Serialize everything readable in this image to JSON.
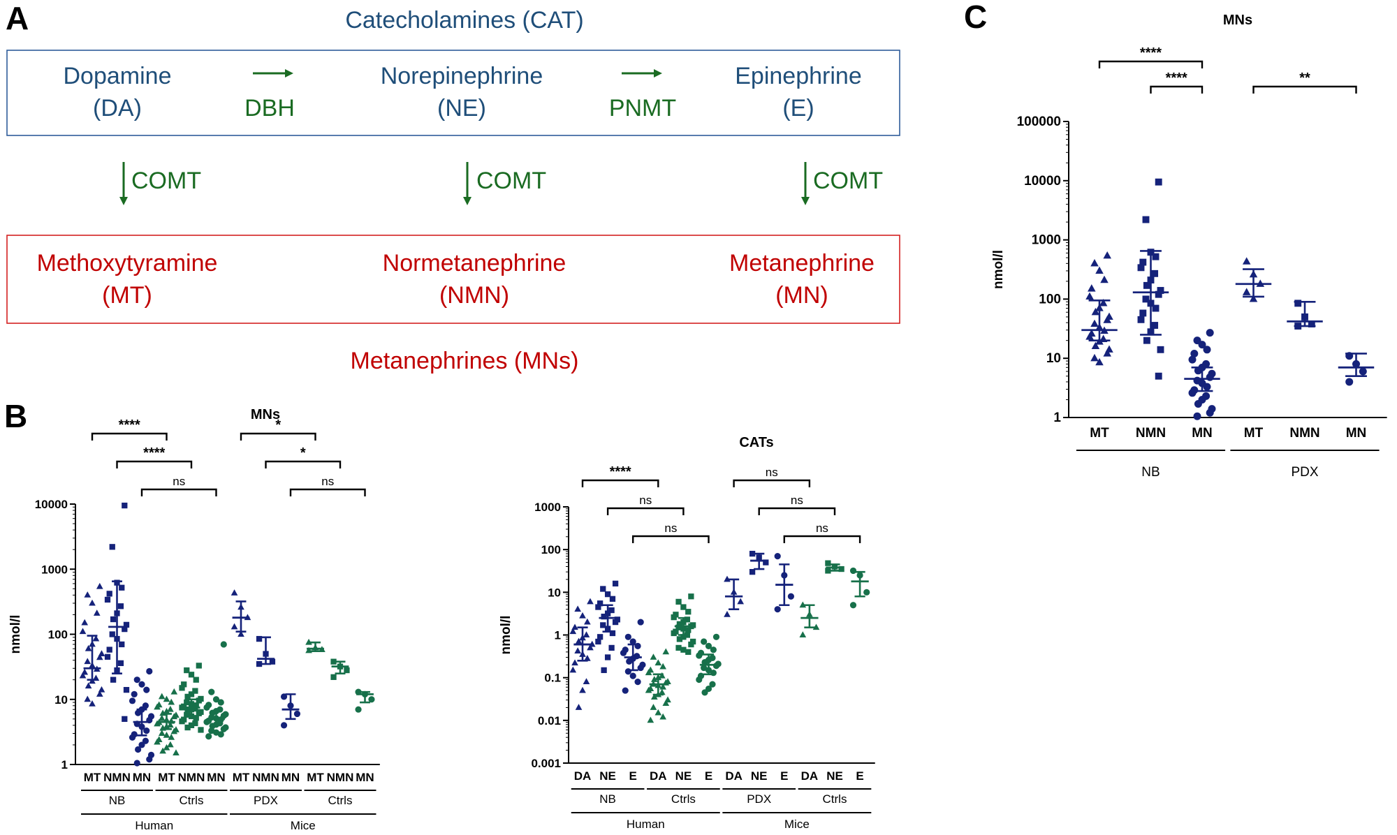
{
  "colors": {
    "navy": "#15227a",
    "green": "#17704a",
    "cat_text": "#1f4e79",
    "enzyme": "#1a6b22",
    "mn_text": "#c00000",
    "cat_box": "#2e5c9a",
    "mn_box": "#d42020"
  },
  "panel_a": {
    "label": "A",
    "cat_title": "Catecholamines (CAT)",
    "mn_title": "Metanephrines (MNs)",
    "cat_row": [
      {
        "name": "Dopamine",
        "abbr": "(DA)"
      },
      {
        "name": "Norepinephrine",
        "abbr": "(NE)"
      },
      {
        "name": "Epinephrine",
        "abbr": "(E)"
      }
    ],
    "enzymes": [
      "DBH",
      "PNMT"
    ],
    "comt": [
      "COMT",
      "COMT",
      "COMT"
    ],
    "mn_row": [
      {
        "name": "Methoxytyramine",
        "abbr": "(MT)"
      },
      {
        "name": "Normetanephrine",
        "abbr": "(NMN)"
      },
      {
        "name": "Metanephrine",
        "abbr": "(MN)"
      }
    ]
  },
  "panel_b": {
    "label": "B"
  },
  "panel_c": {
    "label": "C"
  },
  "chart_data": [
    {
      "id": "B-MNs",
      "type": "scatter",
      "title": "MNs",
      "ylabel": "nmol/l",
      "yscale": "log",
      "ylim": [
        1,
        10000
      ],
      "yticks": [
        "1",
        "10",
        "100",
        "1000",
        "10000"
      ],
      "categories": [
        "MT",
        "NMN",
        "MN",
        "MT",
        "NMN",
        "MN",
        "MT",
        "NMN",
        "MN",
        "MT",
        "NMN",
        "MN"
      ],
      "groups": [
        {
          "label": "NB",
          "span": [
            0,
            2
          ],
          "level": 1
        },
        {
          "label": "Ctrls",
          "span": [
            3,
            5
          ],
          "level": 1
        },
        {
          "label": "PDX",
          "span": [
            6,
            8
          ],
          "level": 1
        },
        {
          "label": "Ctrls",
          "span": [
            9,
            11
          ],
          "level": 1
        },
        {
          "label": "Human",
          "span": [
            0,
            5
          ],
          "level": 2
        },
        {
          "label": "Mice",
          "span": [
            6,
            11
          ],
          "level": 2
        }
      ],
      "series": [
        {
          "cat": 0,
          "color": "navy",
          "marker": "triangle",
          "median": 30,
          "err": [
            20,
            95
          ],
          "points": [
            540,
            400,
            300,
            210,
            150,
            110,
            85,
            70,
            60,
            50,
            44,
            38,
            33,
            29,
            26,
            23,
            21,
            19,
            16,
            14,
            12,
            10,
            8.5
          ]
        },
        {
          "cat": 1,
          "color": "navy",
          "marker": "square",
          "median": 130,
          "err": [
            25,
            650
          ],
          "points": [
            9500,
            2200,
            620,
            520,
            420,
            340,
            270,
            210,
            170,
            140,
            120,
            100,
            85,
            70,
            58,
            45,
            36,
            28,
            20,
            14,
            5
          ]
        },
        {
          "cat": 2,
          "color": "navy",
          "marker": "circle",
          "median": 4.5,
          "err": [
            2.8,
            7
          ],
          "points": [
            27,
            20,
            17,
            14,
            12,
            9.5,
            8,
            7,
            6.2,
            5.5,
            4.8,
            4.2,
            3.8,
            3.3,
            2.9,
            2.6,
            2.3,
            2,
            1.7,
            1.4,
            1.2,
            1.05
          ]
        },
        {
          "cat": 3,
          "color": "green",
          "marker": "triangle",
          "median": 4.5,
          "err": [
            3.5,
            6
          ],
          "points": [
            13,
            11,
            10,
            9,
            8.2,
            7.6,
            7,
            6.5,
            6.1,
            5.7,
            5.4,
            5.1,
            4.8,
            4.6,
            4.4,
            4.2,
            4,
            3.8,
            3.6,
            3.4,
            3.2,
            3,
            2.8,
            2.6,
            2.4,
            2.2,
            2,
            1.8,
            1.6,
            1.5
          ]
        },
        {
          "cat": 4,
          "color": "green",
          "marker": "square",
          "median": 7.5,
          "err": [
            5.5,
            10
          ],
          "points": [
            33,
            28,
            24,
            20,
            17,
            15,
            13.5,
            12,
            11,
            10.2,
            9.6,
            9,
            8.5,
            8.1,
            7.8,
            7.5,
            7.2,
            7,
            6.7,
            6.4,
            6.1,
            5.8,
            5.5,
            5.2,
            4.9,
            4.6,
            4.3,
            4,
            3.7,
            3.4
          ]
        },
        {
          "cat": 5,
          "color": "green",
          "marker": "circle",
          "median": 5,
          "err": [
            4,
            6.5
          ],
          "points": [
            70,
            13,
            10,
            9,
            8.2,
            7.5,
            7,
            6.6,
            6.2,
            5.9,
            5.6,
            5.3,
            5.1,
            4.9,
            4.7,
            4.5,
            4.3,
            4.1,
            3.9,
            3.7,
            3.5,
            3.3,
            3.1,
            2.9,
            2.7
          ]
        },
        {
          "cat": 6,
          "color": "navy",
          "marker": "triangle",
          "median": 180,
          "err": [
            110,
            320
          ],
          "points": [
            430,
            260,
            180,
            130,
            100
          ]
        },
        {
          "cat": 7,
          "color": "navy",
          "marker": "square",
          "median": 42,
          "err": [
            35,
            90
          ],
          "points": [
            85,
            50,
            38,
            35
          ]
        },
        {
          "cat": 8,
          "color": "navy",
          "marker": "circle",
          "median": 7,
          "err": [
            5,
            12
          ],
          "points": [
            11,
            8,
            6,
            4
          ]
        },
        {
          "cat": 9,
          "color": "green",
          "marker": "triangle",
          "median": 60,
          "err": [
            55,
            75
          ],
          "points": [
            75,
            62,
            58,
            56
          ]
        },
        {
          "cat": 10,
          "color": "green",
          "marker": "square",
          "median": 32,
          "err": [
            25,
            38
          ],
          "points": [
            38,
            32,
            28,
            22
          ]
        },
        {
          "cat": 11,
          "color": "green",
          "marker": "circle",
          "median": 12,
          "err": [
            9,
            13
          ],
          "points": [
            13,
            12,
            10,
            7
          ]
        }
      ],
      "brackets": [
        {
          "from": 0,
          "to": 3,
          "label": "****",
          "level": 0
        },
        {
          "from": 1,
          "to": 4,
          "label": "****",
          "level": 1
        },
        {
          "from": 2,
          "to": 5,
          "label": "ns",
          "level": 2
        },
        {
          "from": 6,
          "to": 9,
          "label": "*",
          "level": 0
        },
        {
          "from": 7,
          "to": 10,
          "label": "*",
          "level": 1
        },
        {
          "from": 8,
          "to": 11,
          "label": "ns",
          "level": 2
        }
      ]
    },
    {
      "id": "B-CATs",
      "type": "scatter",
      "title": "CATs",
      "ylabel": "nmol/l",
      "yscale": "log",
      "ylim": [
        0.001,
        1000
      ],
      "yticks": [
        "0.001",
        "0.01",
        "0.1",
        "1",
        "10",
        "100",
        "1000"
      ],
      "categories": [
        "DA",
        "NE",
        "E",
        "DA",
        "NE",
        "E",
        "DA",
        "NE",
        "E",
        "DA",
        "NE",
        "E"
      ],
      "groups": [
        {
          "label": "NB",
          "span": [
            0,
            2
          ],
          "level": 1
        },
        {
          "label": "Ctrls",
          "span": [
            3,
            5
          ],
          "level": 1
        },
        {
          "label": "PDX",
          "span": [
            6,
            8
          ],
          "level": 1
        },
        {
          "label": "Ctrls",
          "span": [
            9,
            11
          ],
          "level": 1
        },
        {
          "label": "Human",
          "span": [
            0,
            5
          ],
          "level": 2
        },
        {
          "label": "Mice",
          "span": [
            6,
            11
          ],
          "level": 2
        }
      ],
      "series": [
        {
          "cat": 0,
          "color": "navy",
          "marker": "triangle",
          "median": 0.6,
          "err": [
            0.25,
            1.5
          ],
          "points": [
            6,
            4,
            2.8,
            2,
            1.5,
            1.2,
            1,
            0.85,
            0.7,
            0.6,
            0.5,
            0.42,
            0.35,
            0.28,
            0.22,
            0.15,
            0.08,
            0.05,
            0.02
          ]
        },
        {
          "cat": 1,
          "color": "navy",
          "marker": "square",
          "median": 2.5,
          "err": [
            1.2,
            5
          ],
          "points": [
            16,
            12,
            9,
            7,
            5.5,
            4.5,
            3.8,
            3.2,
            2.7,
            2.3,
            2,
            1.7,
            1.4,
            1.1,
            0.9,
            0.7,
            0.5,
            0.3,
            0.15
          ]
        },
        {
          "cat": 2,
          "color": "navy",
          "marker": "circle",
          "median": 0.3,
          "err": [
            0.15,
            0.6
          ],
          "points": [
            2,
            0.9,
            0.7,
            0.55,
            0.45,
            0.38,
            0.32,
            0.28,
            0.24,
            0.2,
            0.17,
            0.14,
            0.11,
            0.08,
            0.05
          ]
        },
        {
          "cat": 3,
          "color": "green",
          "marker": "triangle",
          "median": 0.07,
          "err": [
            0.04,
            0.12
          ],
          "points": [
            0.4,
            0.3,
            0.22,
            0.18,
            0.15,
            0.13,
            0.11,
            0.1,
            0.09,
            0.08,
            0.075,
            0.07,
            0.065,
            0.06,
            0.055,
            0.05,
            0.045,
            0.04,
            0.035,
            0.03,
            0.025,
            0.02,
            0.015,
            0.012,
            0.01
          ]
        },
        {
          "cat": 4,
          "color": "green",
          "marker": "square",
          "median": 1.6,
          "err": [
            1,
            2.5
          ],
          "points": [
            8,
            6,
            4.5,
            3.5,
            3,
            2.6,
            2.3,
            2,
            1.8,
            1.7,
            1.6,
            1.5,
            1.4,
            1.3,
            1.2,
            1.1,
            1,
            0.9,
            0.8,
            0.7,
            0.6,
            0.5,
            0.45,
            0.4
          ]
        },
        {
          "cat": 5,
          "color": "green",
          "marker": "circle",
          "median": 0.2,
          "err": [
            0.12,
            0.35
          ],
          "points": [
            0.9,
            0.7,
            0.55,
            0.45,
            0.38,
            0.33,
            0.29,
            0.26,
            0.23,
            0.21,
            0.19,
            0.17,
            0.15,
            0.13,
            0.11,
            0.09,
            0.07,
            0.055,
            0.045
          ]
        },
        {
          "cat": 6,
          "color": "navy",
          "marker": "triangle",
          "median": 8,
          "err": [
            4,
            20
          ],
          "points": [
            20,
            10,
            6,
            3
          ]
        },
        {
          "cat": 7,
          "color": "navy",
          "marker": "square",
          "median": 55,
          "err": [
            35,
            80
          ],
          "points": [
            80,
            65,
            50,
            30
          ]
        },
        {
          "cat": 8,
          "color": "navy",
          "marker": "circle",
          "median": 15,
          "err": [
            5,
            45
          ],
          "points": [
            70,
            25,
            8,
            4
          ]
        },
        {
          "cat": 9,
          "color": "green",
          "marker": "triangle",
          "median": 2.5,
          "err": [
            1.5,
            5
          ],
          "points": [
            5,
            3,
            1.5,
            1
          ]
        },
        {
          "cat": 10,
          "color": "green",
          "marker": "square",
          "median": 38,
          "err": [
            32,
            45
          ],
          "points": [
            48,
            40,
            35,
            32
          ]
        },
        {
          "cat": 11,
          "color": "green",
          "marker": "circle",
          "median": 18,
          "err": [
            8,
            30
          ],
          "points": [
            32,
            25,
            10,
            5
          ]
        }
      ],
      "brackets": [
        {
          "from": 0,
          "to": 3,
          "label": "****",
          "level": 0
        },
        {
          "from": 1,
          "to": 4,
          "label": "ns",
          "level": 1
        },
        {
          "from": 2,
          "to": 5,
          "label": "ns",
          "level": 2
        },
        {
          "from": 6,
          "to": 9,
          "label": "ns",
          "level": 0
        },
        {
          "from": 7,
          "to": 10,
          "label": "ns",
          "level": 1
        },
        {
          "from": 8,
          "to": 11,
          "label": "ns",
          "level": 2
        }
      ]
    },
    {
      "id": "C-MNs",
      "type": "scatter",
      "title": "MNs",
      "ylabel": "nmol/l",
      "yscale": "log",
      "ylim": [
        1,
        100000
      ],
      "yticks": [
        "1",
        "10",
        "100",
        "1000",
        "10000",
        "100000"
      ],
      "categories": [
        "MT",
        "NMN",
        "MN",
        "MT",
        "NMN",
        "MN"
      ],
      "groups": [
        {
          "label": "NB",
          "span": [
            0,
            2
          ],
          "level": 1
        },
        {
          "label": "PDX",
          "span": [
            3,
            5
          ],
          "level": 1
        }
      ],
      "series": [
        {
          "cat": 0,
          "color": "navy",
          "marker": "triangle",
          "median": 30,
          "err": [
            20,
            95
          ],
          "points": [
            540,
            400,
            300,
            210,
            150,
            110,
            85,
            70,
            60,
            50,
            44,
            38,
            33,
            29,
            26,
            23,
            21,
            19,
            16,
            14,
            12,
            10,
            8.5
          ]
        },
        {
          "cat": 1,
          "color": "navy",
          "marker": "square",
          "median": 130,
          "err": [
            25,
            650
          ],
          "points": [
            9500,
            2200,
            620,
            520,
            420,
            340,
            270,
            210,
            170,
            140,
            120,
            100,
            85,
            70,
            58,
            45,
            36,
            28,
            20,
            14,
            5
          ]
        },
        {
          "cat": 2,
          "color": "navy",
          "marker": "circle",
          "median": 4.5,
          "err": [
            2.8,
            7
          ],
          "points": [
            27,
            20,
            17,
            14,
            12,
            9.5,
            8,
            7,
            6.2,
            5.5,
            4.8,
            4.2,
            3.8,
            3.3,
            2.9,
            2.6,
            2.3,
            2,
            1.7,
            1.4,
            1.2,
            1.05
          ]
        },
        {
          "cat": 3,
          "color": "navy",
          "marker": "triangle",
          "median": 180,
          "err": [
            110,
            320
          ],
          "points": [
            430,
            260,
            180,
            130,
            100
          ]
        },
        {
          "cat": 4,
          "color": "navy",
          "marker": "square",
          "median": 42,
          "err": [
            35,
            90
          ],
          "points": [
            85,
            50,
            38,
            35
          ]
        },
        {
          "cat": 5,
          "color": "navy",
          "marker": "circle",
          "median": 7,
          "err": [
            5,
            12
          ],
          "points": [
            11,
            8,
            6,
            4
          ]
        }
      ],
      "brackets": [
        {
          "from": 0,
          "to": 2,
          "label": "****",
          "level": 0
        },
        {
          "from": 1,
          "to": 2,
          "label": "****",
          "level": 1
        },
        {
          "from": 3,
          "to": 5,
          "label": "**",
          "level": 1
        }
      ]
    }
  ]
}
